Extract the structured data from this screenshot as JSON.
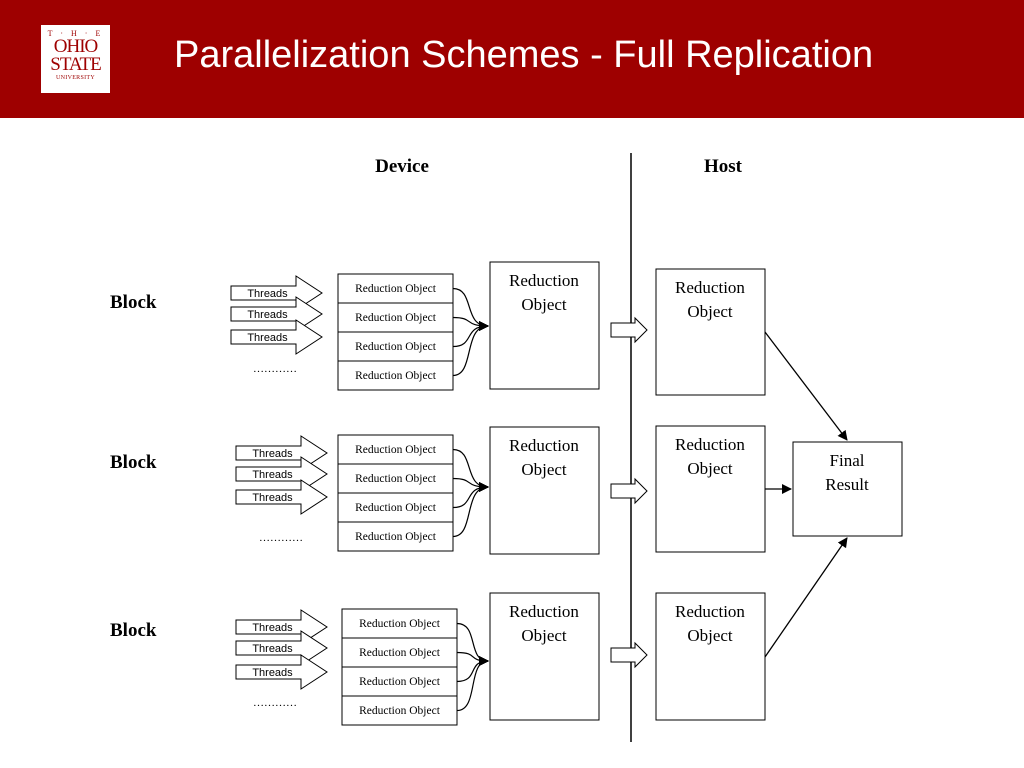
{
  "slide": {
    "title": "Parallelization Schemes - Full Replication",
    "logo": {
      "line1": "T · H · E",
      "line2": "OHIO",
      "line3": "STATE",
      "line4": "UNIVERSITY"
    },
    "colors": {
      "header": "#9e0000",
      "text": "#000000",
      "background": "#ffffff"
    }
  },
  "diagram": {
    "device_label": "Device",
    "host_label": "Host",
    "block_label": "Block",
    "threads_label": "Threads",
    "ellipsis": "…………",
    "small_ro_label": "Reduction Object",
    "big_ro_label_1": "Reduction",
    "big_ro_label_2": "Object",
    "final_label_1": "Final",
    "final_label_2": "Result"
  }
}
